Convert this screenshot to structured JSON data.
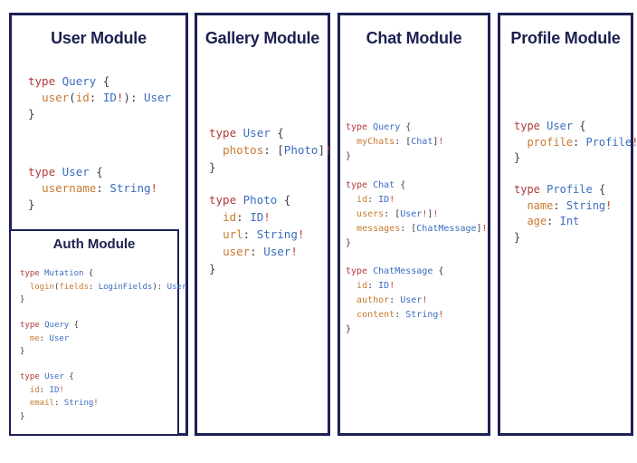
{
  "colors": {
    "border": "#1d2154",
    "title": "#1b2150",
    "keyword": "#b03b3b",
    "type": "#3b6cc0",
    "field": "#c87a30",
    "punct": "#3c3c44",
    "bang": "#c2413a"
  },
  "panels": [
    {
      "title": "User Module",
      "blocks": [
        [
          [
            [
              "k",
              "type"
            ],
            [
              "p",
              " "
            ],
            [
              "t",
              "Query"
            ],
            [
              "p",
              " {"
            ]
          ],
          [
            [
              "p",
              "  "
            ],
            [
              "f",
              "user"
            ],
            [
              "p",
              "("
            ],
            [
              "f",
              "id"
            ],
            [
              "p",
              ": "
            ],
            [
              "t",
              "ID"
            ],
            [
              "b",
              "!"
            ],
            [
              "p",
              "): "
            ],
            [
              "t",
              "User"
            ]
          ],
          [
            [
              "p",
              "}"
            ]
          ]
        ],
        [
          [
            [
              "k",
              "type"
            ],
            [
              "p",
              " "
            ],
            [
              "t",
              "User"
            ],
            [
              "p",
              " {"
            ]
          ],
          [
            [
              "p",
              "  "
            ],
            [
              "f",
              "username"
            ],
            [
              "p",
              ": "
            ],
            [
              "t",
              "String"
            ],
            [
              "b",
              "!"
            ]
          ],
          [
            [
              "p",
              "}"
            ]
          ]
        ]
      ],
      "auth": {
        "title": "Auth Module",
        "blocks": [
          [
            [
              [
                "k",
                "type"
              ],
              [
                "p",
                " "
              ],
              [
                "t",
                "Mutation"
              ],
              [
                "p",
                " {"
              ]
            ],
            [
              [
                "p",
                "  "
              ],
              [
                "f",
                "login"
              ],
              [
                "p",
                "("
              ],
              [
                "f",
                "fields"
              ],
              [
                "p",
                ": "
              ],
              [
                "t",
                "LoginFields"
              ],
              [
                "p",
                "): "
              ],
              [
                "t",
                "User"
              ]
            ],
            [
              [
                "p",
                "}"
              ]
            ]
          ],
          [
            [
              [
                "k",
                "type"
              ],
              [
                "p",
                " "
              ],
              [
                "t",
                "Query"
              ],
              [
                "p",
                " {"
              ]
            ],
            [
              [
                "p",
                "  "
              ],
              [
                "f",
                "me"
              ],
              [
                "p",
                ": "
              ],
              [
                "t",
                "User"
              ]
            ],
            [
              [
                "p",
                "}"
              ]
            ]
          ],
          [
            [
              [
                "k",
                "type"
              ],
              [
                "p",
                " "
              ],
              [
                "t",
                "User"
              ],
              [
                "p",
                " {"
              ]
            ],
            [
              [
                "p",
                "  "
              ],
              [
                "f",
                "id"
              ],
              [
                "p",
                ": "
              ],
              [
                "t",
                "ID"
              ],
              [
                "b",
                "!"
              ]
            ],
            [
              [
                "p",
                "  "
              ],
              [
                "f",
                "email"
              ],
              [
                "p",
                ": "
              ],
              [
                "t",
                "String"
              ],
              [
                "b",
                "!"
              ]
            ],
            [
              [
                "p",
                "}"
              ]
            ]
          ]
        ]
      }
    },
    {
      "title": "Gallery Module",
      "blocks": [
        [
          [
            [
              "k",
              "type"
            ],
            [
              "p",
              " "
            ],
            [
              "t",
              "User"
            ],
            [
              "p",
              " {"
            ]
          ],
          [
            [
              "p",
              "  "
            ],
            [
              "f",
              "photos"
            ],
            [
              "p",
              ": ["
            ],
            [
              "t",
              "Photo"
            ],
            [
              "p",
              "]"
            ],
            [
              "b",
              "!"
            ]
          ],
          [
            [
              "p",
              "}"
            ]
          ]
        ],
        [
          [
            [
              "k",
              "type"
            ],
            [
              "p",
              " "
            ],
            [
              "t",
              "Photo"
            ],
            [
              "p",
              " {"
            ]
          ],
          [
            [
              "p",
              "  "
            ],
            [
              "f",
              "id"
            ],
            [
              "p",
              ": "
            ],
            [
              "t",
              "ID"
            ],
            [
              "b",
              "!"
            ]
          ],
          [
            [
              "p",
              "  "
            ],
            [
              "f",
              "url"
            ],
            [
              "p",
              ": "
            ],
            [
              "t",
              "String"
            ],
            [
              "b",
              "!"
            ]
          ],
          [
            [
              "p",
              "  "
            ],
            [
              "f",
              "user"
            ],
            [
              "p",
              ": "
            ],
            [
              "t",
              "User"
            ],
            [
              "b",
              "!"
            ]
          ],
          [
            [
              "p",
              "}"
            ]
          ]
        ]
      ]
    },
    {
      "title": "Chat Module",
      "blocks": [
        [
          [
            [
              "k",
              "type"
            ],
            [
              "p",
              " "
            ],
            [
              "t",
              "Query"
            ],
            [
              "p",
              " {"
            ]
          ],
          [
            [
              "p",
              "  "
            ],
            [
              "f",
              "myChats"
            ],
            [
              "p",
              ": ["
            ],
            [
              "t",
              "Chat"
            ],
            [
              "p",
              "]"
            ],
            [
              "b",
              "!"
            ]
          ],
          [
            [
              "p",
              "}"
            ]
          ]
        ],
        [
          [
            [
              "k",
              "type"
            ],
            [
              "p",
              " "
            ],
            [
              "t",
              "Chat"
            ],
            [
              "p",
              " {"
            ]
          ],
          [
            [
              "p",
              "  "
            ],
            [
              "f",
              "id"
            ],
            [
              "p",
              ": "
            ],
            [
              "t",
              "ID"
            ],
            [
              "b",
              "!"
            ]
          ],
          [
            [
              "p",
              "  "
            ],
            [
              "f",
              "users"
            ],
            [
              "p",
              ": ["
            ],
            [
              "t",
              "User"
            ],
            [
              "b",
              "!"
            ],
            [
              "p",
              "]"
            ],
            [
              "b",
              "!"
            ]
          ],
          [
            [
              "p",
              "  "
            ],
            [
              "f",
              "messages"
            ],
            [
              "p",
              ": ["
            ],
            [
              "t",
              "ChatMessage"
            ],
            [
              "p",
              "]"
            ],
            [
              "b",
              "!"
            ]
          ],
          [
            [
              "p",
              "}"
            ]
          ]
        ],
        [
          [
            [
              "k",
              "type"
            ],
            [
              "p",
              " "
            ],
            [
              "t",
              "ChatMessage"
            ],
            [
              "p",
              " {"
            ]
          ],
          [
            [
              "p",
              "  "
            ],
            [
              "f",
              "id"
            ],
            [
              "p",
              ": "
            ],
            [
              "t",
              "ID"
            ],
            [
              "b",
              "!"
            ]
          ],
          [
            [
              "p",
              "  "
            ],
            [
              "f",
              "author"
            ],
            [
              "p",
              ": "
            ],
            [
              "t",
              "User"
            ],
            [
              "b",
              "!"
            ]
          ],
          [
            [
              "p",
              "  "
            ],
            [
              "f",
              "content"
            ],
            [
              "p",
              ": "
            ],
            [
              "t",
              "String"
            ],
            [
              "b",
              "!"
            ]
          ],
          [
            [
              "p",
              "}"
            ]
          ]
        ]
      ]
    },
    {
      "title": "Profile Module",
      "blocks": [
        [
          [
            [
              "k",
              "type"
            ],
            [
              "p",
              " "
            ],
            [
              "t",
              "User"
            ],
            [
              "p",
              " {"
            ]
          ],
          [
            [
              "p",
              "  "
            ],
            [
              "f",
              "profile"
            ],
            [
              "p",
              ": "
            ],
            [
              "t",
              "Profile"
            ],
            [
              "b",
              "!"
            ]
          ],
          [
            [
              "p",
              "}"
            ]
          ]
        ],
        [
          [
            [
              "k",
              "type"
            ],
            [
              "p",
              " "
            ],
            [
              "t",
              "Profile"
            ],
            [
              "p",
              " {"
            ]
          ],
          [
            [
              "p",
              "  "
            ],
            [
              "f",
              "name"
            ],
            [
              "p",
              ": "
            ],
            [
              "t",
              "String"
            ],
            [
              "b",
              "!"
            ]
          ],
          [
            [
              "p",
              "  "
            ],
            [
              "f",
              "age"
            ],
            [
              "p",
              ": "
            ],
            [
              "t",
              "Int"
            ]
          ],
          [
            [
              "p",
              "}"
            ]
          ]
        ]
      ]
    }
  ]
}
